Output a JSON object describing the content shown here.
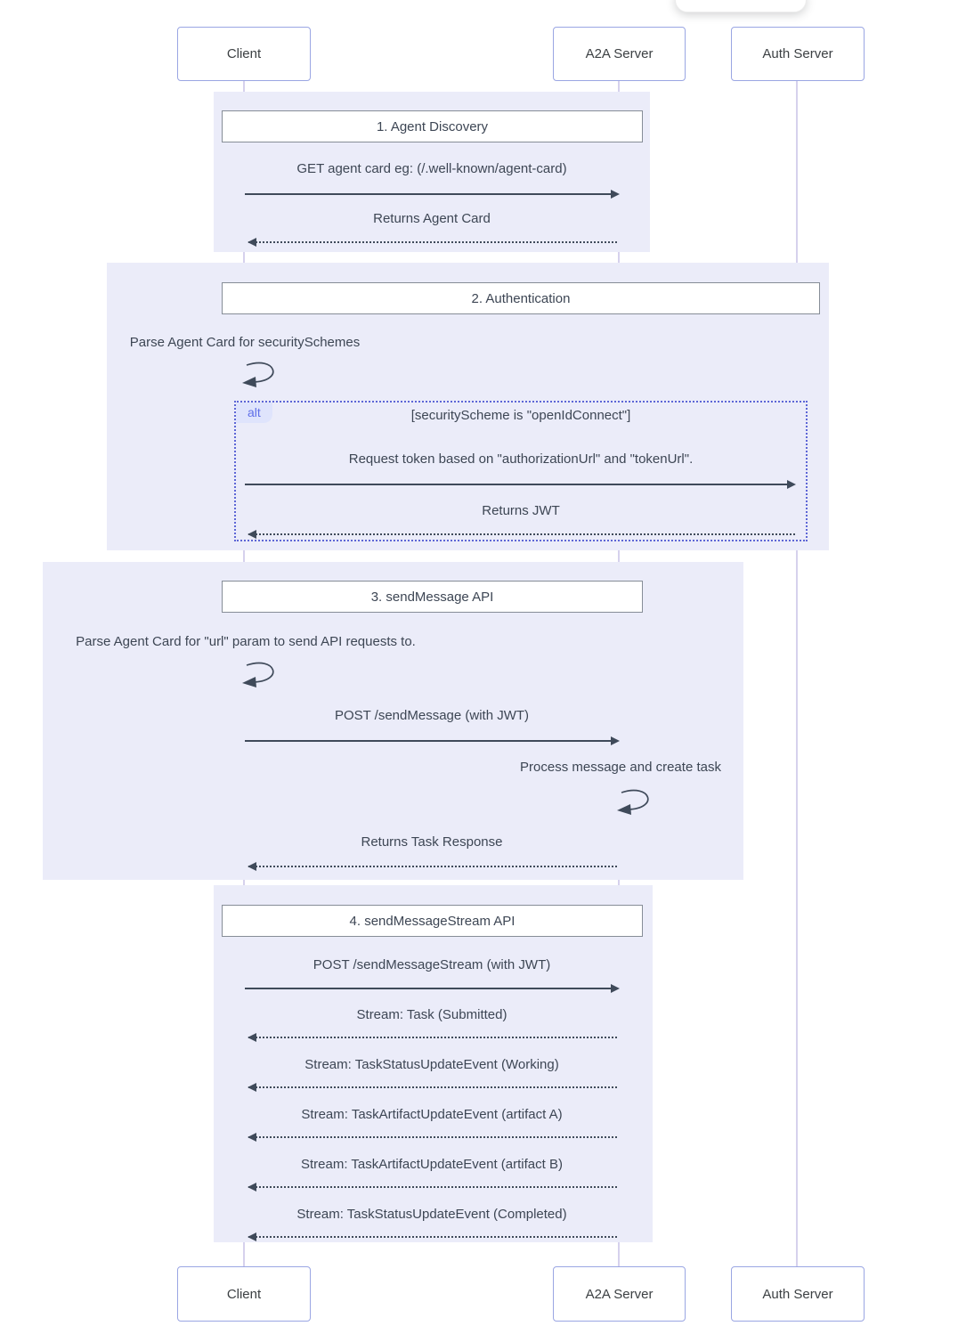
{
  "palette": {
    "section_bg": "#ebecf9",
    "actor_border": "#9aa6e3",
    "frame_border": "#868d97",
    "arrow_color": "#3f4a5a",
    "text_color": "#3d4654",
    "lifeline_color": "#d6d1ed",
    "alt_border": "#5d66d6",
    "alt_accent": "#5f6fe8",
    "alt_label_bg": "#dfe4fc"
  },
  "actors": [
    {
      "id": "client",
      "label": "Client"
    },
    {
      "id": "a2a-server",
      "label": "A2A Server"
    },
    {
      "id": "auth-server",
      "label": "Auth Server"
    }
  ],
  "sections": [
    {
      "title": "1. Agent Discovery",
      "messages": [
        {
          "label": "GET agent card eg: (/.well-known/agent-card)",
          "type": "solid-right"
        },
        {
          "label": "Returns Agent Card",
          "type": "dashed-left"
        }
      ]
    },
    {
      "title": "2. Authentication",
      "self_note": "Parse Agent Card for securitySchemes",
      "alt": {
        "tag": "alt",
        "condition": "[securityScheme is \"openIdConnect\"]",
        "messages": [
          {
            "label": "Request token based on \"authorizationUrl\" and \"tokenUrl\".",
            "type": "solid-right"
          },
          {
            "label": "Returns JWT",
            "type": "dashed-left"
          }
        ]
      }
    },
    {
      "title": "3. sendMessage API",
      "self_note": "Parse Agent Card for \"url\" param to send API requests to.",
      "messages": [
        {
          "label": "POST /sendMessage (with JWT)",
          "type": "solid-right"
        },
        {
          "label": "Process message and create task",
          "type": "self-note"
        },
        {
          "label": "Returns Task Response",
          "type": "dashed-left"
        }
      ]
    },
    {
      "title": "4. sendMessageStream API",
      "messages": [
        {
          "label": "POST /sendMessageStream (with JWT)",
          "type": "solid-right"
        },
        {
          "label": "Stream: Task (Submitted)",
          "type": "dashed-left"
        },
        {
          "label": "Stream: TaskStatusUpdateEvent (Working)",
          "type": "dashed-left"
        },
        {
          "label": "Stream: TaskArtifactUpdateEvent (artifact A)",
          "type": "dashed-left"
        },
        {
          "label": "Stream: TaskArtifactUpdateEvent (artifact B)",
          "type": "dashed-left"
        },
        {
          "label": "Stream: TaskStatusUpdateEvent (Completed)",
          "type": "dashed-left"
        }
      ]
    }
  ]
}
